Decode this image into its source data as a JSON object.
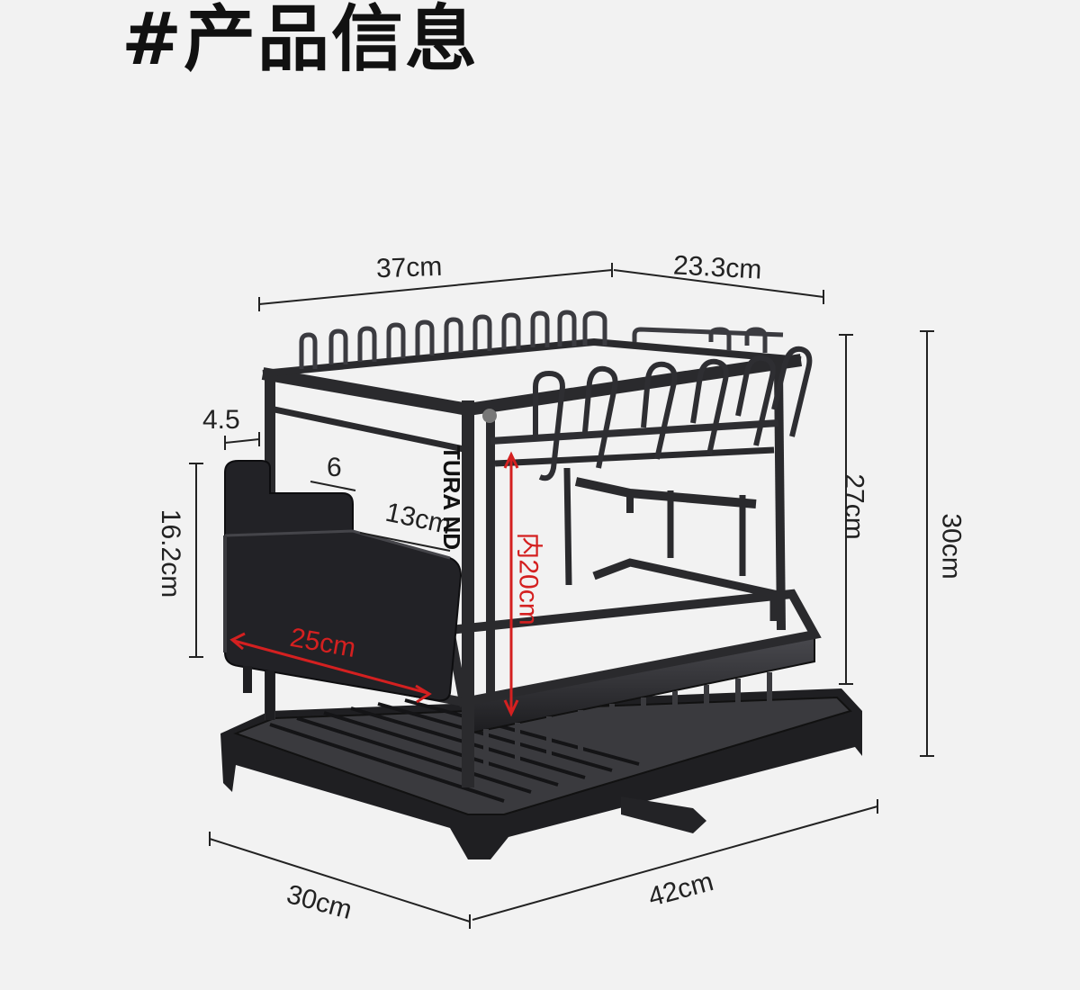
{
  "title": "#产品信息",
  "dims": {
    "width_top": "37cm",
    "depth_top": "23.3cm",
    "height_inner": "27cm",
    "height_total": "30cm",
    "holder_height": "16.2cm",
    "holder_gap": "4.5",
    "slot_width": "6",
    "slot_length": "13cm",
    "holder_length": "25cm",
    "inner_height": "内20cm",
    "base_depth": "30cm",
    "base_width": "42cm"
  },
  "product_print": "TURA ND",
  "colors": {
    "rack": "#2a2a2d",
    "accent_red": "#d42020",
    "background": "#f2f2f2"
  }
}
